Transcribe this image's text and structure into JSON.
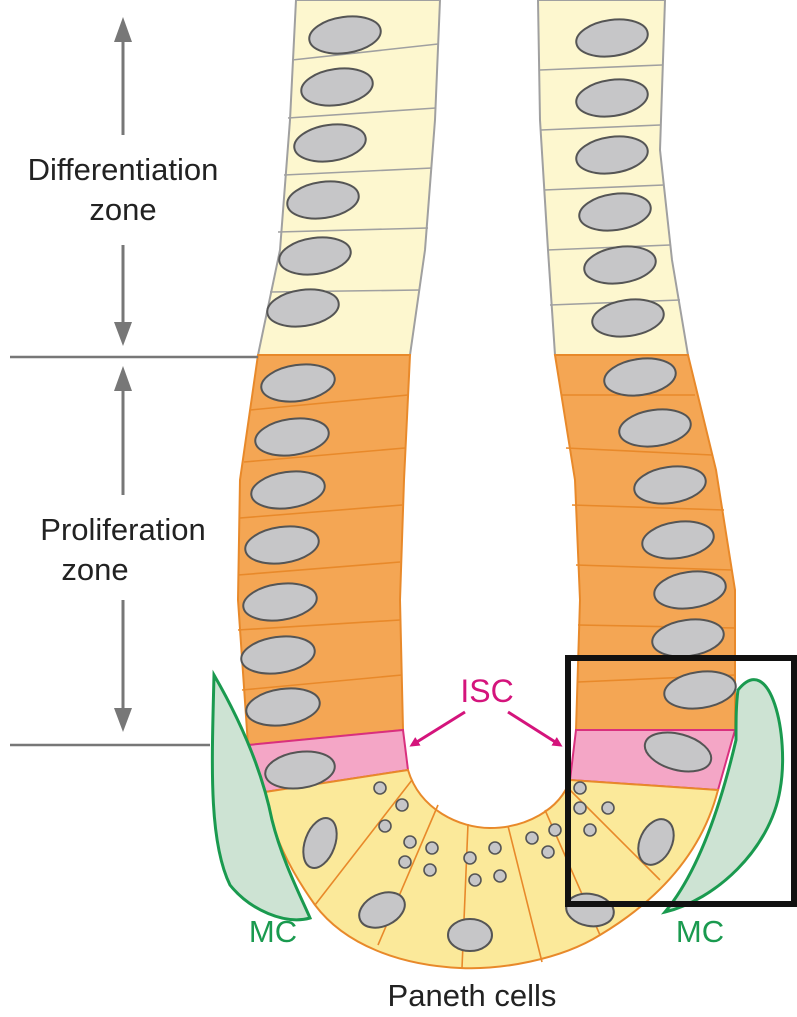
{
  "labels": {
    "differentiation_line1": "Differentiation",
    "differentiation_line2": "zone",
    "proliferation_line1": "Proliferation",
    "proliferation_line2": "zone",
    "isc": "ISC",
    "mc_left": "MC",
    "mc_right": "MC",
    "paneth": "Paneth cells"
  },
  "colors": {
    "differentiated_fill": "#fdf7cf",
    "differentiated_stroke": "#a0a0a0",
    "proliferating_fill": "#f4a654",
    "proliferating_stroke": "#e8892a",
    "isc_fill": "#f4a6c6",
    "isc_stroke": "#d9307e",
    "paneth_fill": "#fbe99a",
    "paneth_stroke": "#e8892a",
    "mesenchymal_fill": "#cde3d3",
    "mesenchymal_stroke": "#1a9a4f",
    "nucleus_fill": "#c6c6c8",
    "nucleus_stroke": "#555555",
    "isc_label": "#d4147c",
    "mc_label": "#1a9a4f",
    "arrow": "#777777",
    "box": "#111111"
  }
}
